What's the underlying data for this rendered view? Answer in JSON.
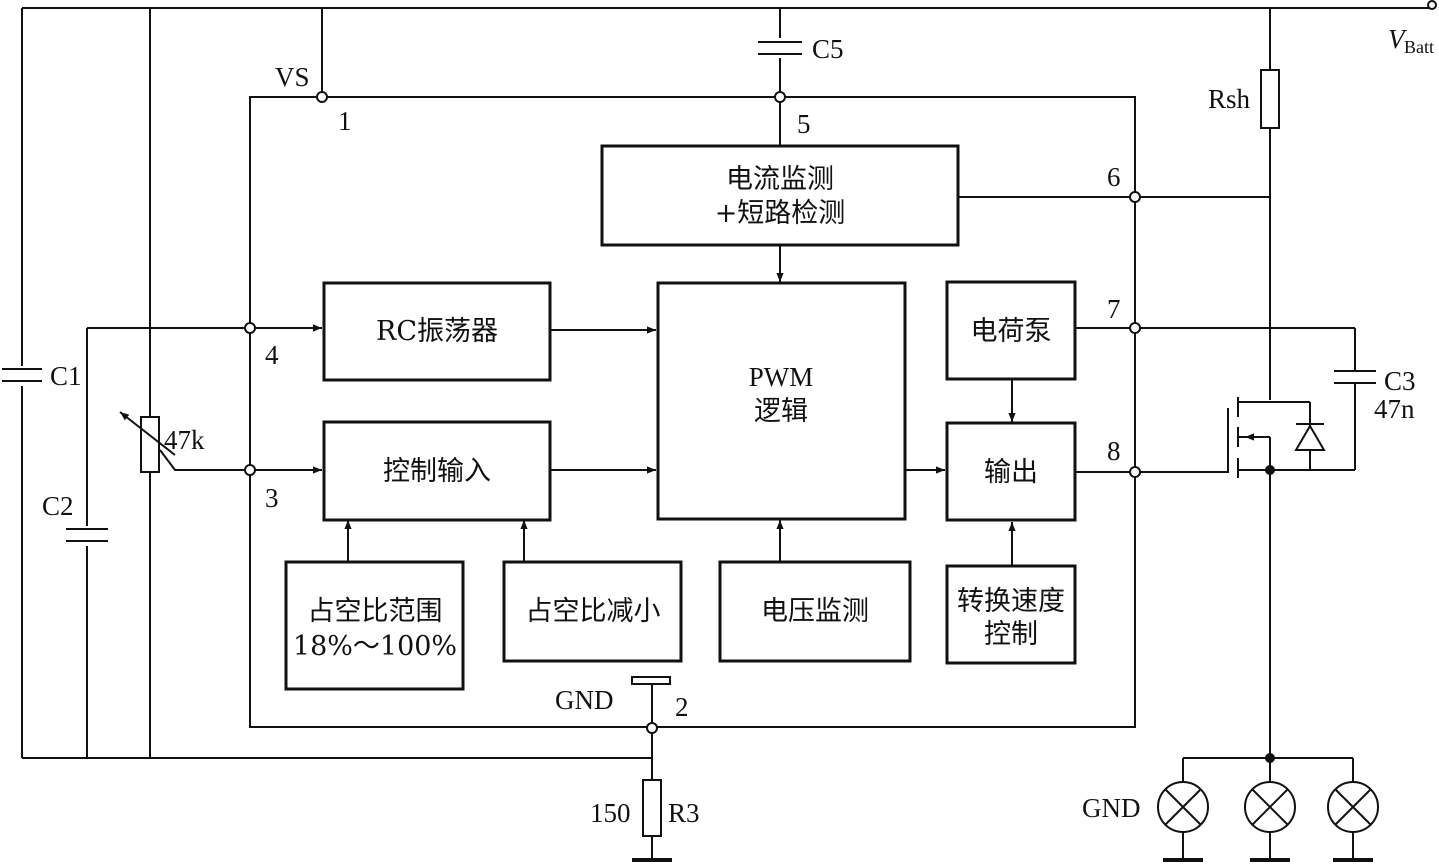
{
  "labels": {
    "vbatt_main": "V",
    "vbatt_sub": "Batt",
    "vs": "VS",
    "c5": "C5",
    "c1": "C1",
    "c2": "C2",
    "c3": "C3",
    "c3_value": "47n",
    "pot_value": "47k",
    "rsh": "Rsh",
    "r3": "R3",
    "r3_value": "150",
    "gnd_pin": "GND",
    "gnd_lamps": "GND"
  },
  "pins": {
    "p1": "1",
    "p2": "2",
    "p3": "3",
    "p4": "4",
    "p5": "5",
    "p6": "6",
    "p7": "7",
    "p8": "8"
  },
  "blocks": {
    "current_monitor_line1": "电流监测",
    "current_monitor_line2": "+短路检测",
    "rc_oscillator": "RC振荡器",
    "control_input": "控制输入",
    "pwm_line1": "PWM",
    "pwm_line2": "逻辑",
    "charge_pump": "电荷泵",
    "output": "输出",
    "duty_range_line1": "占空比范围",
    "duty_range_line2": "18%～100%",
    "duty_reduce": "占空比减小",
    "voltage_monitor": "电压监测",
    "slew_line1": "转换速度",
    "slew_line2": "控制"
  }
}
